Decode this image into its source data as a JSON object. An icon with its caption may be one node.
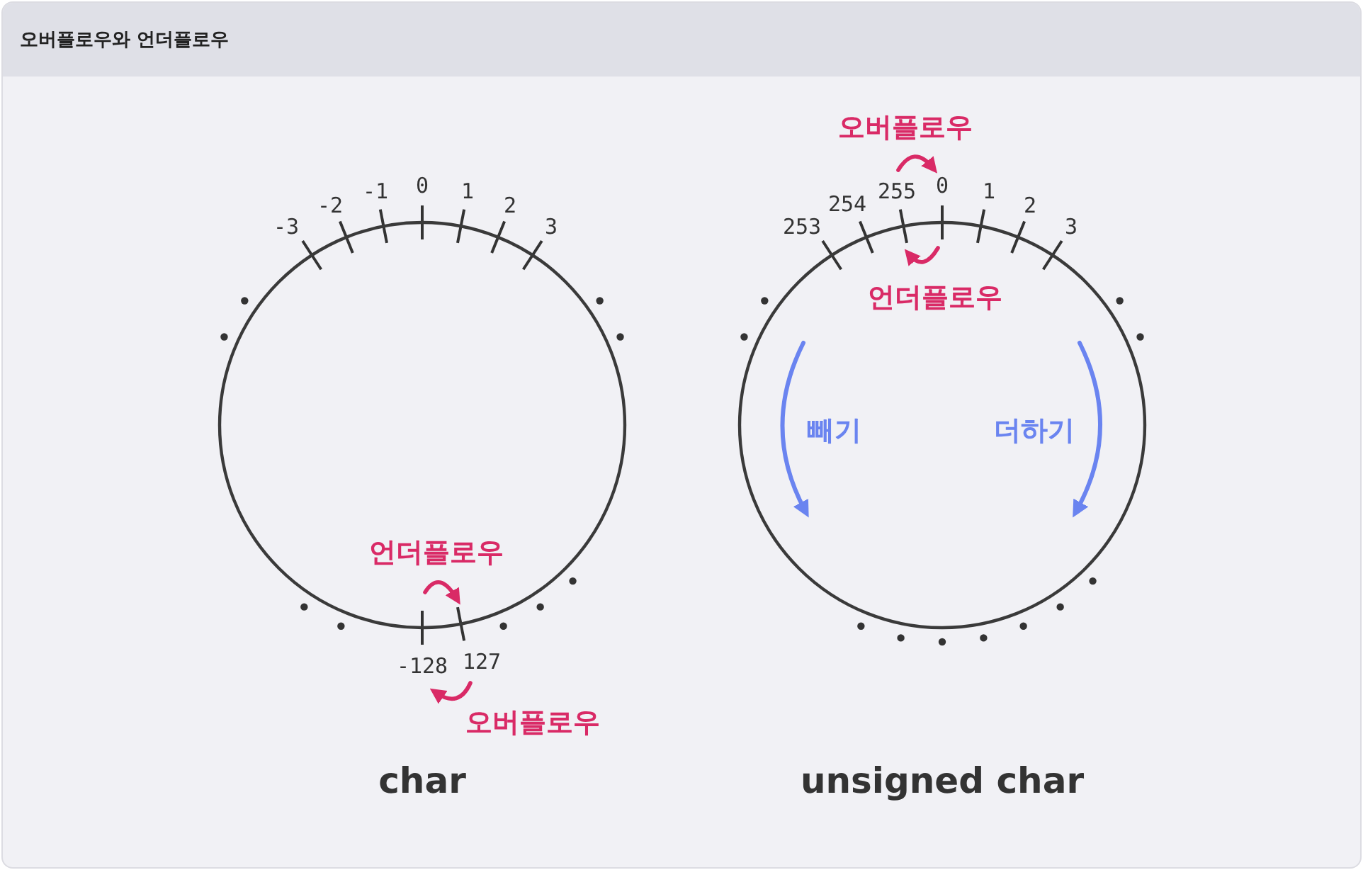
{
  "diagram": {
    "title": "오버플로우와 언더플로우",
    "nodes": [
      {
        "text": [],
        "shape": "circle",
        "beside": [
          "char"
        ]
      },
      {
        "text": [],
        "shape": "circle",
        "beside": [
          "unsigned char"
        ]
      }
    ],
    "labels": [
      "오버플로우",
      "-3",
      "-2",
      "-1",
      "0",
      "1",
      "2",
      "3",
      "253",
      "254",
      "255",
      "0",
      "1",
      "2",
      "3",
      "언더플로우",
      "빼기",
      "더하기",
      "언더플로우",
      "-128",
      "127",
      "오버플로우"
    ]
  }
}
